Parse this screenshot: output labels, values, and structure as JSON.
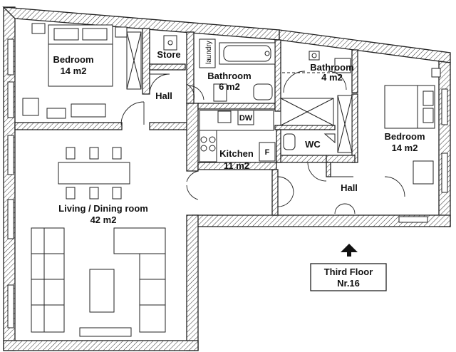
{
  "rooms": [
    {
      "id": "bedroom-1",
      "name": "Bedroom",
      "area": "14 m2"
    },
    {
      "id": "store",
      "name": "Store",
      "area": ""
    },
    {
      "id": "laundry",
      "name": "laundry",
      "area": ""
    },
    {
      "id": "bathroom-1",
      "name": "Bathroom",
      "area": "6 m2"
    },
    {
      "id": "bathroom-2",
      "name": "Bathroom",
      "area": "4 m2"
    },
    {
      "id": "hall-1",
      "name": "Hall",
      "area": ""
    },
    {
      "id": "bedroom-2",
      "name": "Bedroom",
      "area": "14 m2"
    },
    {
      "id": "kitchen",
      "name": "Kitchen",
      "area": "11 m2"
    },
    {
      "id": "wc",
      "name": "WC",
      "area": ""
    },
    {
      "id": "hall-2",
      "name": "Hall",
      "area": ""
    },
    {
      "id": "living",
      "name": "Living / Dining room",
      "area": "42 m2"
    }
  ],
  "appliances": {
    "dishwasher": "DW",
    "fridge": "F"
  },
  "floor_label": {
    "line1": "Third Floor",
    "line2": "Nr.16"
  },
  "icons": {
    "entrance": "arrow-up-icon"
  }
}
